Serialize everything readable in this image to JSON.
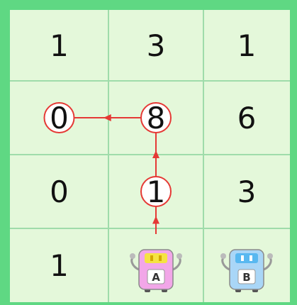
{
  "colors": {
    "border": "#5fd883",
    "cell_bg": "#e4f8da",
    "grid_line": "#9fdcaa",
    "path": "#e53935",
    "robot_a": "#f2a6e8",
    "robot_b": "#a9d6f7"
  },
  "grid": {
    "rows": [
      [
        {
          "value": "1"
        },
        {
          "value": "3"
        },
        {
          "value": "1"
        }
      ],
      [
        {
          "value": "0",
          "circled": true
        },
        {
          "value": "8",
          "circled": true
        },
        {
          "value": "6"
        }
      ],
      [
        {
          "value": "0"
        },
        {
          "value": "1",
          "circled": true
        },
        {
          "value": "3"
        }
      ],
      [
        {
          "value": "1"
        },
        {
          "robot": "A",
          "icon": "pink-robot-icon"
        },
        {
          "robot": "B",
          "icon": "blue-robot-icon"
        }
      ]
    ]
  },
  "path": {
    "description_steps": [
      {
        "from": [
          3,
          1
        ],
        "to": [
          2,
          1
        ],
        "direction": "up"
      },
      {
        "from": [
          2,
          1
        ],
        "to": [
          1,
          1
        ],
        "direction": "up"
      },
      {
        "from": [
          1,
          1
        ],
        "to": [
          1,
          0
        ],
        "direction": "left"
      }
    ]
  }
}
